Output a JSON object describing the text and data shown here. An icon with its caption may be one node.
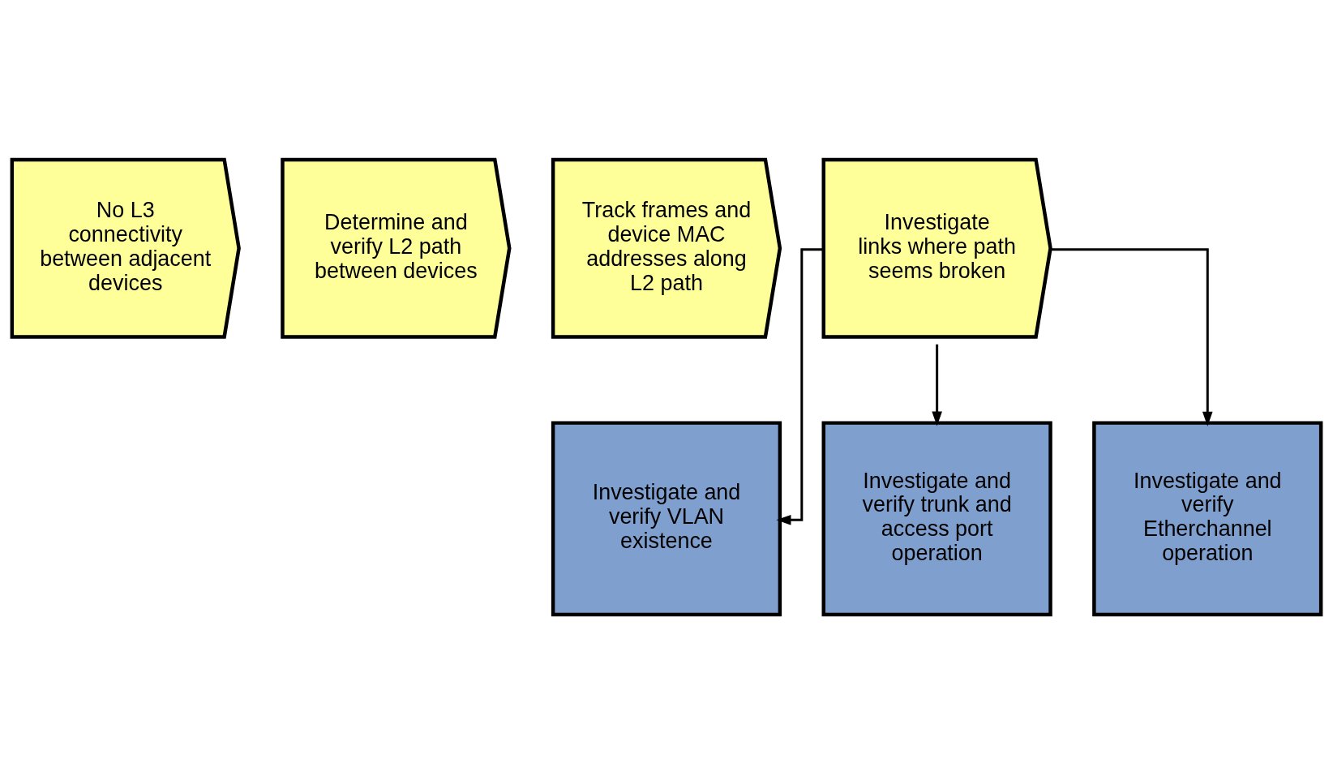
{
  "diagram": {
    "nodes": [
      {
        "text": [
          "No L3 connectivity between adjacent devices"
        ]
      },
      {
        "text": [
          "Determine and verify L2 path between devices"
        ]
      },
      {
        "text": [
          "Track frames and device MAC addresses along L2 path"
        ]
      },
      {
        "text": [
          "Investigate links where path seems broken"
        ]
      },
      {
        "text": [
          "Investigate and verify VLAN existence"
        ]
      },
      {
        "text": [
          "Investigate and verify trunk and access port operation"
        ]
      },
      {
        "text": [
          "Investigate and verify Etherchannel operation"
        ]
      }
    ],
    "edges": [
      {
        "from": 3,
        "to": 4,
        "arrow": "to"
      },
      {
        "from": 3,
        "to": 5,
        "arrow": "to"
      },
      {
        "from": 3,
        "to": 6,
        "arrow": "to"
      }
    ]
  }
}
